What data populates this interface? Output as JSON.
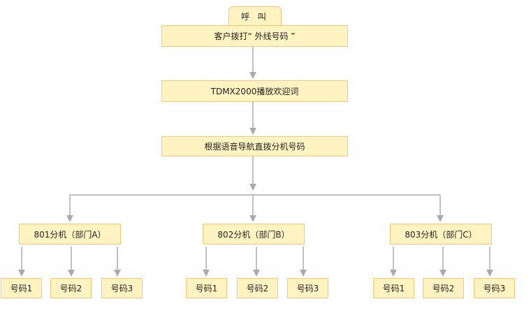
{
  "header_tab": "呼 叫",
  "steps": [
    "客户拨打“ 外线号码 ”",
    "TDMX2000播放欢迎词",
    "根据语音导航直拨分机号码"
  ],
  "branches": [
    {
      "label": "801分机（部门A）",
      "children": [
        "号码1",
        "号码2",
        "号码3"
      ]
    },
    {
      "label": "802分机（部门B）",
      "children": [
        "号码1",
        "号码2",
        "号码3"
      ]
    },
    {
      "label": "803分机（部门C）",
      "children": [
        "号码1",
        "号码2",
        "号码3"
      ]
    }
  ],
  "colors": {
    "box_fill": "#fff3c2",
    "box_border": "#f0c878",
    "connector": "#aaaaaa"
  }
}
